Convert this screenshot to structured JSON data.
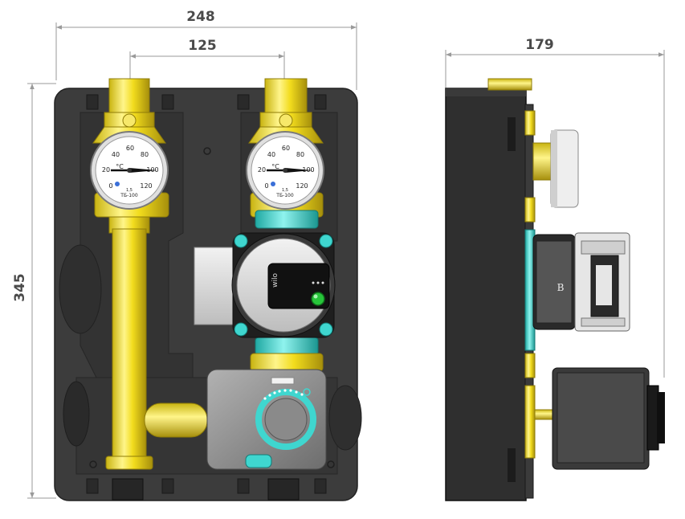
{
  "dimensions": {
    "overall_width": "248",
    "pipe_spacing": "125",
    "height": "345",
    "depth": "179"
  },
  "gauge": {
    "unit": "°C",
    "scale": [
      "0",
      "20",
      "40",
      "60",
      "80",
      "100",
      "120"
    ],
    "footer_small": "1,5",
    "model": "ТБ-100"
  },
  "pump": {
    "brand": "wilo",
    "side_mark": "B"
  },
  "colors": {
    "insulation": "#3f3f3f",
    "insulation_dark": "#2b2b2b",
    "brass": "#f2dc1d",
    "brass_dark": "#b7a010",
    "teal": "#3fd6cf",
    "pump_body": "#d9d9d9",
    "actuator": "#8e8e8e",
    "led": "#27c53a",
    "dim_line": "#9a9a9a"
  },
  "icons": [
    "thermometer-icon",
    "pump-icon",
    "actuator-icon",
    "valve-icon"
  ]
}
